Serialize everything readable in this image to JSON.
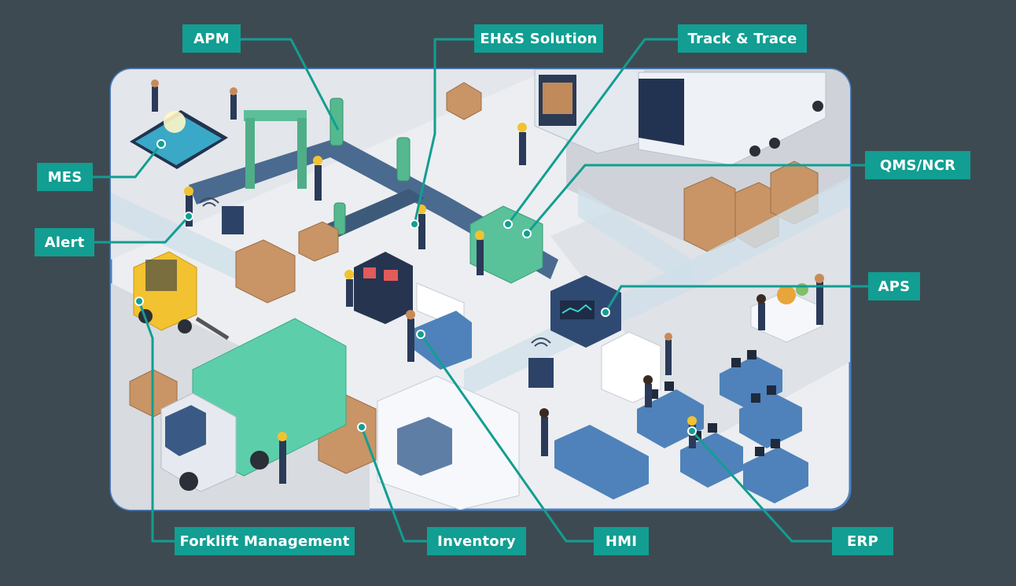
{
  "colors": {
    "background": "#3e4a51",
    "label_fill": "#129e92",
    "label_text": "#ffffff",
    "leader_line": "#129e92",
    "scene_frame": "#4a7fc1",
    "floor": "#e9ebee"
  },
  "labels": {
    "apm": "APM",
    "ehs": "EH&S Solution",
    "track": "Track & Trace",
    "qms": "QMS/NCR",
    "mes": "MES",
    "alert": "Alert",
    "aps": "APS",
    "forklift": "Forklift Management",
    "inventory": "Inventory",
    "hmi": "HMI",
    "erp": "ERP"
  }
}
